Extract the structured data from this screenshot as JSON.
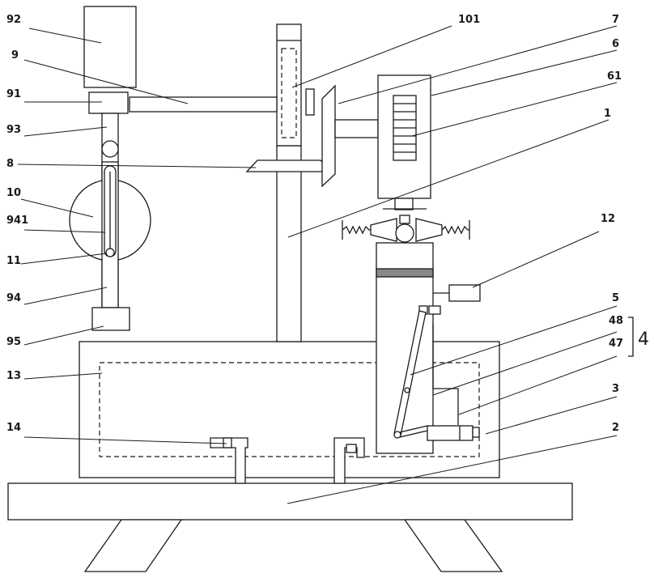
{
  "labels": {
    "l92": "92",
    "l9": "9",
    "l91": "91",
    "l93": "93",
    "l8": "8",
    "l10": "10",
    "l941": "941",
    "l11": "11",
    "l94": "94",
    "l95": "95",
    "l13": "13",
    "l14": "14",
    "l101": "101",
    "l7": "7",
    "l6": "6",
    "l61": "61",
    "l1": "1",
    "l12": "12",
    "l5": "5",
    "l48": "48",
    "l47": "47",
    "l4": "4",
    "l3": "3",
    "l2": "2"
  },
  "colors": {
    "line": "#1a1a1a",
    "background": "#ffffff"
  }
}
